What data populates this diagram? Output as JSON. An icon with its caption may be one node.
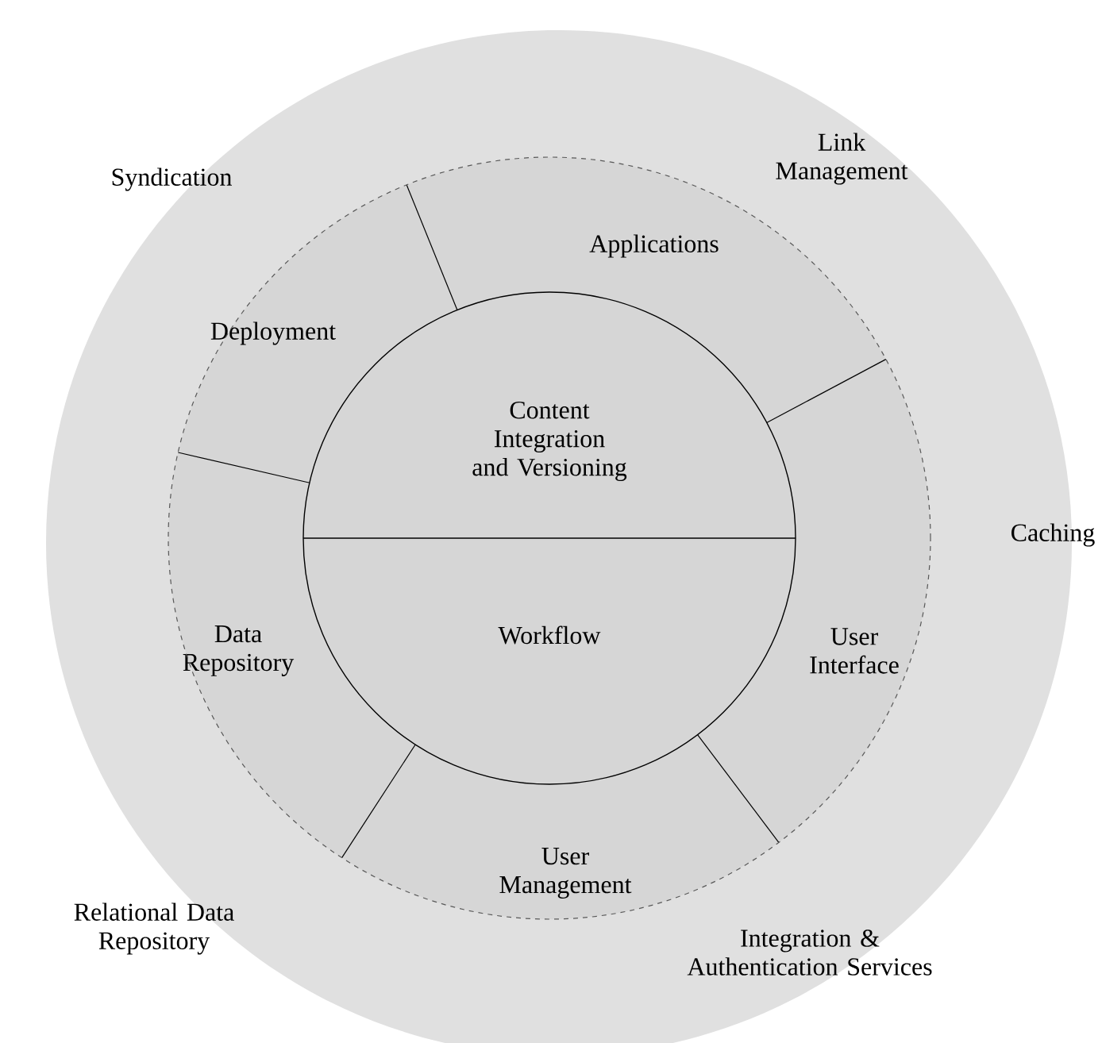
{
  "diagram": {
    "nodes": [
      {
        "text": [
          "Applications"
        ]
      },
      {
        "text": [
          "Deployment"
        ]
      },
      {
        "text": [
          "Content Integration and Versioning"
        ]
      },
      {
        "text": [
          "Data Repository"
        ]
      },
      {
        "text": [
          "Workflow"
        ]
      },
      {
        "text": [
          "User Interface"
        ]
      },
      {
        "text": [
          "User Management"
        ]
      }
    ],
    "labels": [
      "Link Management",
      "Syndication",
      "Caching",
      "Relational Data Repository",
      "Integration & Authentication Services"
    ]
  }
}
